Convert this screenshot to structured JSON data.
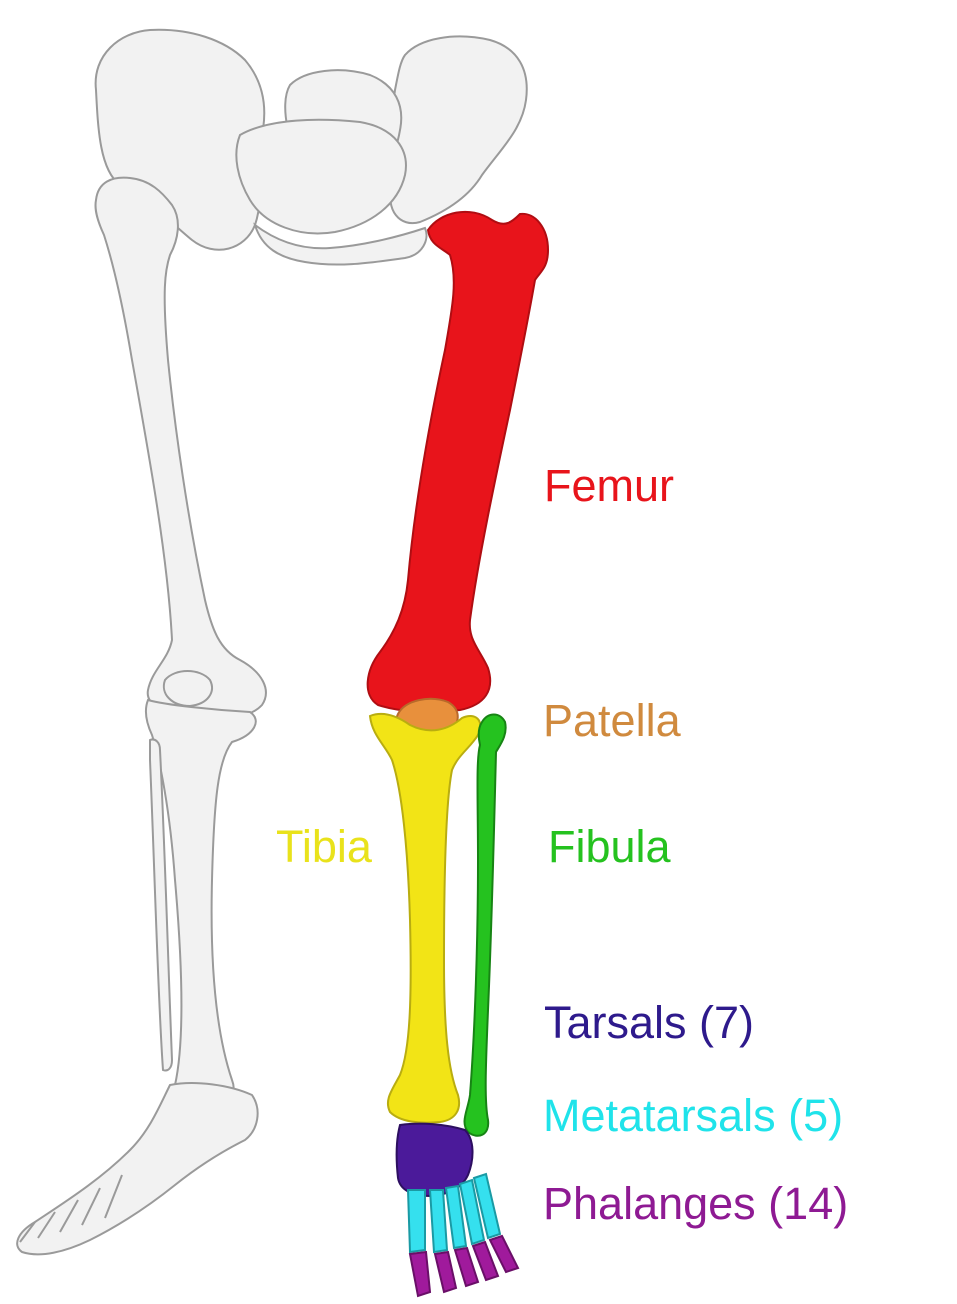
{
  "labels": {
    "femur": {
      "text": "Femur",
      "color": "#e8141b"
    },
    "patella": {
      "text": "Patella",
      "color": "#d08a3e"
    },
    "tibia": {
      "text": "Tibia",
      "color": "#e9e21b"
    },
    "fibula": {
      "text": "Fibula",
      "color": "#25c21f"
    },
    "tarsals": {
      "text": "Tarsals (7)",
      "color": "#2e1a8c"
    },
    "metatarsals": {
      "text": "Metatarsals (5)",
      "color": "#1fe3ea"
    },
    "phalanges": {
      "text": "Phalanges (14)",
      "color": "#8e1a93"
    }
  },
  "bone_colors": {
    "unhighlighted": "#f2f2f2",
    "outline": "#9a9a9a",
    "femur": "#e8141b",
    "patella": "#e8903c",
    "tibia": "#f2e416",
    "fibula": "#25c21f",
    "tarsals": "#4b1a9a",
    "metatarsals": "#35e0ee",
    "phalanges": "#a01a9c"
  }
}
